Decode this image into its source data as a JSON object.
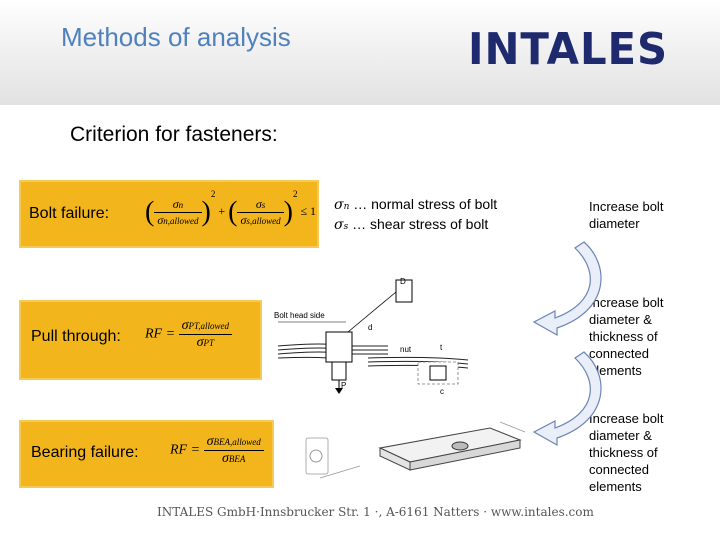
{
  "header": {
    "title": "Methods of analysis",
    "logo": "INTALES"
  },
  "subtitle": "Criterion for fasteners:",
  "criteria": {
    "bolt": {
      "label": "Bolt failure:",
      "formula": {
        "sigma_n": "σ",
        "n": "n",
        "n_allowed": "n,allowed",
        "sigma_s": "σ",
        "s": "s",
        "s_allowed": "s,allowed",
        "exp": "2",
        "rel": "≤ 1",
        "plus": "+"
      },
      "notes": {
        "n_line": "… normal stress of bolt",
        "s_line": "… shear stress of bolt",
        "n_sym": "σ",
        "n_sub": "n",
        "s_sym": "σ",
        "s_sub": "s"
      },
      "action": "Increase bolt diameter"
    },
    "pull": {
      "label": "Pull through:",
      "formula": {
        "lhs": "RF =",
        "num_sym": "σ",
        "num_sub": "PT,allowed",
        "den_sym": "σ",
        "den_sub": "PT"
      },
      "diagram": {
        "head_label": "Bolt head side",
        "nut_label": "nut",
        "d": "D",
        "d_small": "d",
        "p": "P",
        "t": "t",
        "c": "c"
      },
      "action": "Increase bolt diameter & thickness of connected elements"
    },
    "bearing": {
      "label": "Bearing failure:",
      "formula": {
        "lhs": "RF =",
        "num_sym": "σ",
        "num_sub": "BEA,allowed",
        "den_sym": "σ",
        "den_sub": "BEA"
      },
      "action": "Increase bolt diameter & thickness of connected elements"
    }
  },
  "footer": "INTALES GmbH·Innsbrucker Str. 1 ·, A-6161 Natters · www.intales.com",
  "colors": {
    "title": "#4f81bd",
    "box": "#f3b51c",
    "logo": "#1f2a6e",
    "arrow_fill": "#e9eef8",
    "arrow_stroke": "#6b85b5"
  }
}
